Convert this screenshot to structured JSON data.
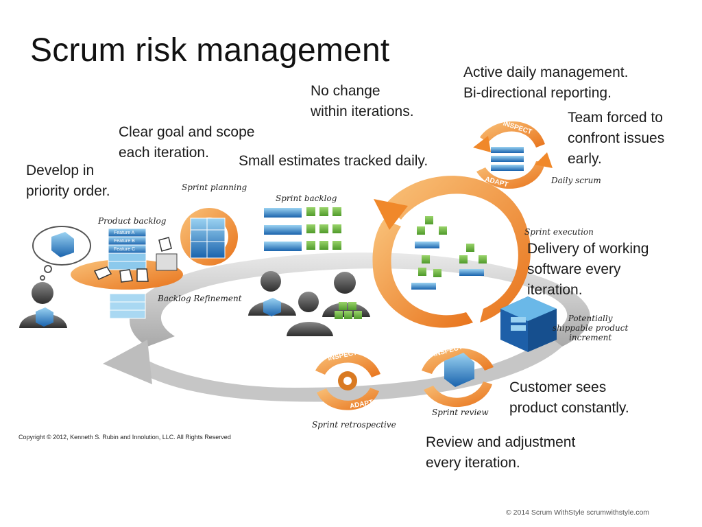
{
  "title": "Scrum risk management",
  "annotations": {
    "develop_priority": [
      "Develop in",
      "priority order."
    ],
    "clear_goal": [
      "Clear goal and scope",
      "each iteration."
    ],
    "no_change": [
      "No change",
      "within iterations."
    ],
    "small_estimates": "Small estimates tracked daily.",
    "active_daily": [
      "Active daily management.",
      "Bi-directional reporting."
    ],
    "team_forced": [
      "Team forced to",
      "confront issues",
      "early."
    ],
    "delivery": [
      "Delivery of working",
      "software every",
      "iteration."
    ],
    "customer_sees": [
      "Customer sees",
      "product constantly."
    ],
    "review_adjust": [
      "Review and adjustment",
      "every iteration."
    ]
  },
  "labels": {
    "sprint_planning": "Sprint planning",
    "sprint_backlog": "Sprint backlog",
    "product_backlog": "Product backlog",
    "backlog_refinement": "Backlog Refinement",
    "daily_scrum": "Daily scrum",
    "sprint_execution": "Sprint execution",
    "shippable": [
      "Potentially",
      "shippable product",
      "increment"
    ],
    "sprint_review": "Sprint review",
    "sprint_retrospective": "Sprint retrospective",
    "inspect": "INSPECT",
    "adapt": "ADAPT",
    "features": [
      "Feature A",
      "Feature B",
      "Feature C"
    ]
  },
  "copyright": "Copyright © 2012, Kenneth S. Rubin and Innolution, LLC. All Rights Reserved",
  "footer": "© 2014 Scrum WithStyle scrumwithstyle.com",
  "colors": {
    "orange": "#f0882a",
    "orange_light": "#f7b46a",
    "blue": "#1d6fb8",
    "blue_light": "#7fc3ea",
    "green": "#6cb33f",
    "gray_ring": "#cfcfcf"
  }
}
